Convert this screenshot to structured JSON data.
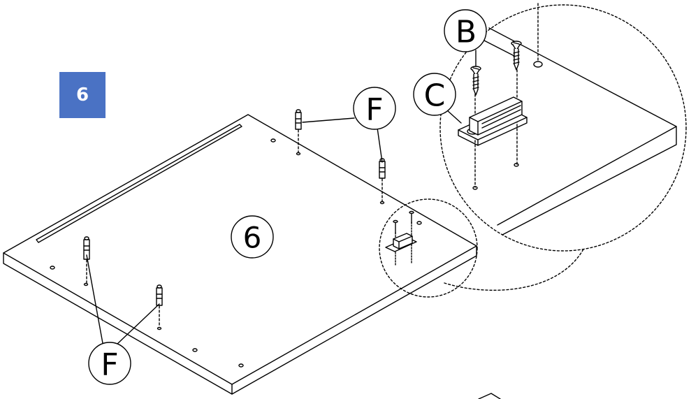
{
  "step": {
    "number": "6"
  },
  "panel": {
    "label": "6"
  },
  "callouts": {
    "dowel": "F",
    "screw": "B",
    "catch": "C"
  },
  "colors": {
    "badge": "#4a72c4",
    "ink": "#000000",
    "paper": "#ffffff"
  },
  "icons": [
    "dowel-icon",
    "screw-icon",
    "magnetic-catch-icon"
  ]
}
